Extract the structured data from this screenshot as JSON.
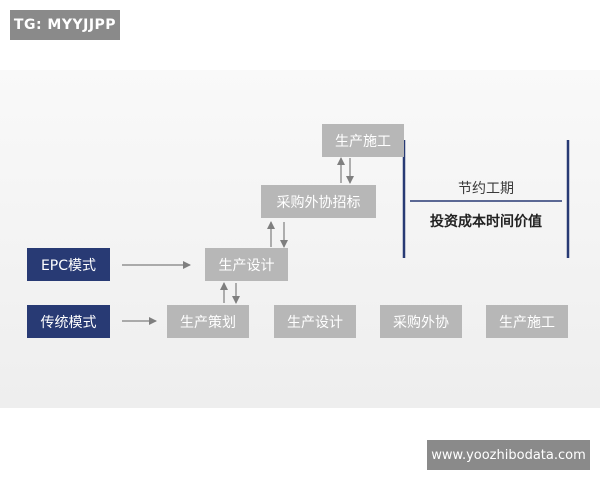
{
  "watermark_tag": "TG: MYYJJPP",
  "watermark_url": "www.yoozhibodata.com",
  "diagram": {
    "epc_label": "EPC模式",
    "traditional_label": "传统模式",
    "epc_steps": [
      "生产设计",
      "采购外协招标",
      "生产施工"
    ],
    "traditional_steps": [
      "生产策划",
      "生产设计",
      "采购外协",
      "生产施工"
    ],
    "savings_top": "节约工期",
    "savings_bottom": "投资成本时间价值"
  },
  "colors": {
    "navy": "#283a74",
    "grey_box": "#b7b7b7",
    "line": "#7f7f7f"
  }
}
